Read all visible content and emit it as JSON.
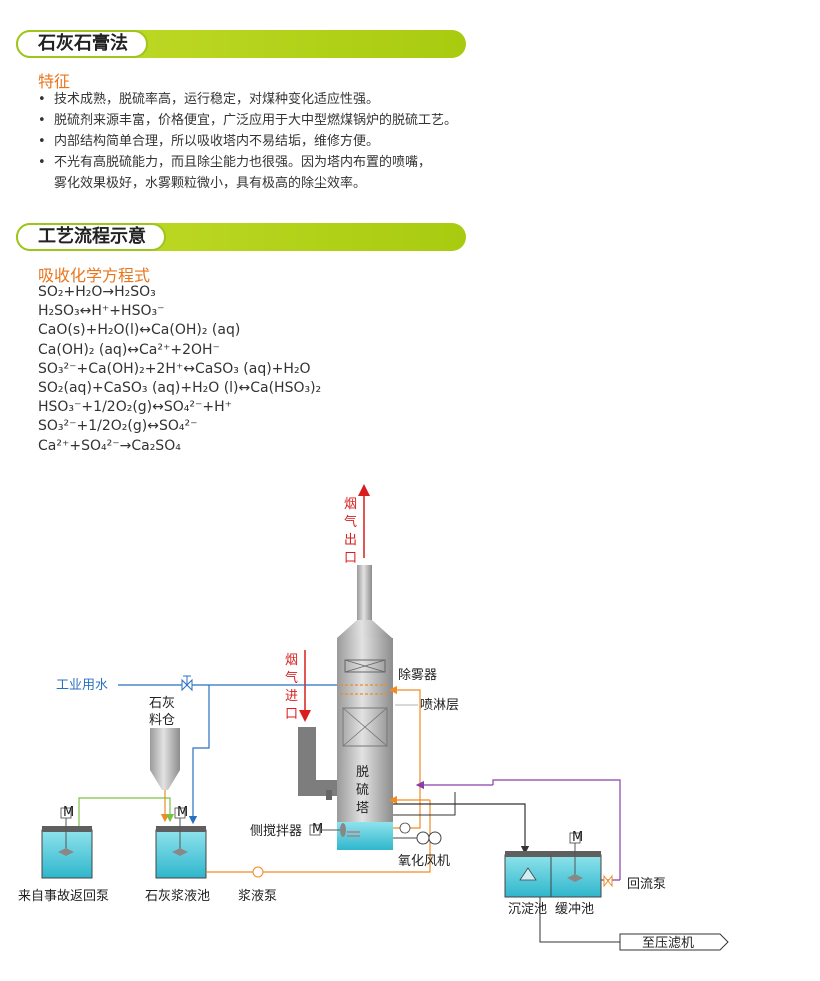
{
  "section1": {
    "title": "石灰石膏法",
    "subtitle": "特征",
    "bullets": [
      "技术成熟，脱硫率高，运行稳定，对煤种变化适应性强。",
      "脱硫剂来源丰富，价格便宜，广泛应用于大中型燃煤锅炉的脱硫工艺。",
      "内部结构简单合理，所以吸收塔内不易结垢，维修方便。",
      "不光有高脱硫能力，而且除尘能力也很强。因为塔内布置的喷嘴，"
    ],
    "bullet_continuation": "雾化效果极好，水雾颗粒微小，具有极高的除尘效率。"
  },
  "section2": {
    "title": "工艺流程示意",
    "subtitle": "吸收化学方程式",
    "equations": [
      "SO₂+H₂O→H₂SO₃",
      "H₂SO₃↔H⁺+HSO₃⁻",
      "CaO(s)+H₂O(l)↔Ca(OH)₂ (aq)",
      "Ca(OH)₂ (aq)↔Ca²⁺+2OH⁻",
      "SO₃²⁻+Ca(OH)₂+2H⁺↔CaSO₃ (aq)+H₂O",
      "SO₂(aq)+CaSO₃ (aq)+H₂O (l)↔Ca(HSO₃)₂",
      "HSO₃⁻+1/2O₂(g)↔SO₄²⁻+H⁺",
      "SO₃²⁻+1/2O₂(g)↔SO₄²⁻",
      "Ca²⁺+SO₄²⁻→Ca₂SO₄"
    ]
  },
  "diagram": {
    "flue_outlet": [
      "烟",
      "气",
      "出",
      "口"
    ],
    "flue_inlet": [
      "烟",
      "气",
      "进",
      "口"
    ],
    "industrial_water": "工业用水",
    "lime_silo": [
      "石灰",
      "料仓"
    ],
    "demister": "除雾器",
    "spray_layer": "喷淋层",
    "tower": [
      "脱",
      "硫",
      "塔"
    ],
    "side_agitator": "侧搅拌器",
    "oxidation_fan": "氧化风机",
    "accident_tank": "来自事故返回泵",
    "lime_slurry_tank": "石灰浆液池",
    "slurry_pump": "浆液泵",
    "settling_tank": "沉淀池",
    "buffer_tank": "缓冲池",
    "return_pump": "回流泵",
    "to_filter_press": "至压滤机",
    "motor_label": "M",
    "colors": {
      "flue_red": "#d81e1e",
      "water_blue": "#2b6fc0",
      "slurry_orange": "#f08a24",
      "return_purple": "#8a3fa8",
      "green_line": "#7cc242",
      "liquid_cyan": "#36c4d6"
    }
  }
}
